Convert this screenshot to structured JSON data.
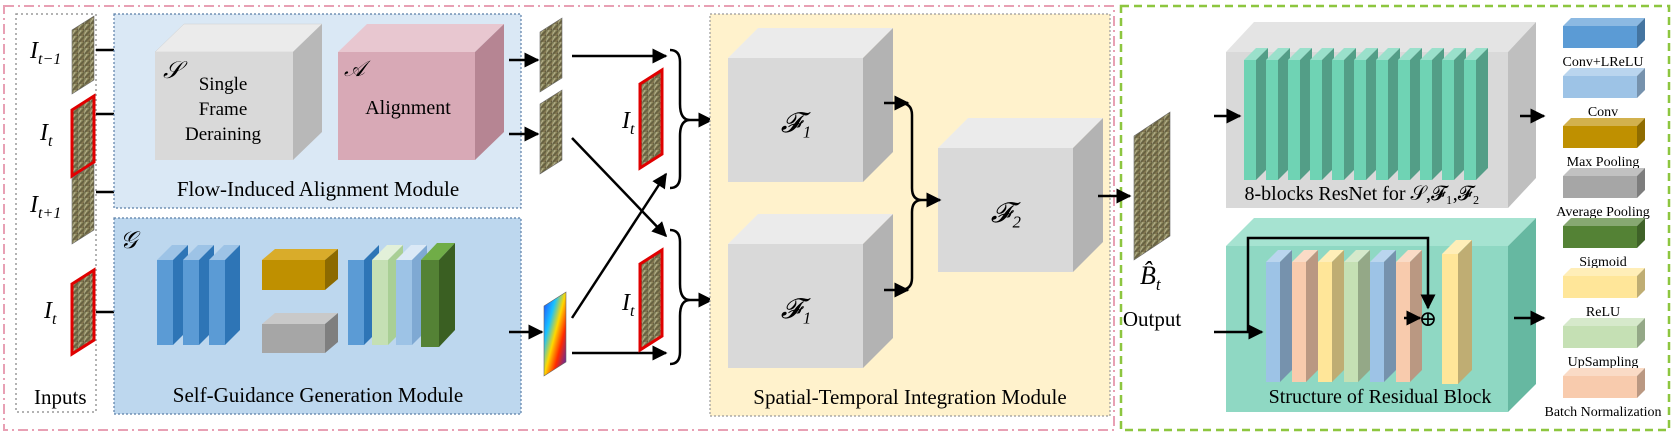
{
  "inputs": {
    "caption": "Inputs",
    "frame_labels": [
      {
        "var": "I",
        "sub": "t−1"
      },
      {
        "var": "I",
        "sub": "t"
      },
      {
        "var": "I",
        "sub": "t+1"
      },
      {
        "var": "I",
        "sub": "t"
      }
    ]
  },
  "alignment_module": {
    "caption": "Flow-Induced Alignment Module",
    "single_frame": {
      "symbol": "𝒮",
      "lines": [
        "Single",
        "Frame",
        "Deraining"
      ]
    },
    "alignment": {
      "symbol": "𝒜",
      "label": "Alignment"
    }
  },
  "guidance_module": {
    "caption": "Self-Guidance Generation Module",
    "symbol": "𝒢"
  },
  "integration_module": {
    "caption": "Spatial-Temporal Integration Module",
    "f1_top": "𝓕₁",
    "f1_bottom": "𝓕₁",
    "f2": "𝓕₂",
    "it_label_top": {
      "var": "I",
      "sub": "t"
    },
    "it_label_bottom": {
      "var": "I",
      "sub": "t"
    }
  },
  "output": {
    "symbol": "B̂",
    "sub": "t",
    "caption": "Output"
  },
  "resnet": {
    "caption": "8-blocks ResNet for 𝒮,𝓕₁,𝓕₂"
  },
  "residual": {
    "caption": "Structure of Residual Block",
    "sum_symbol": "⊕"
  },
  "legend": [
    {
      "label": "Conv+LReLU",
      "color": "#5b9bd5"
    },
    {
      "label": "Conv",
      "color": "#9dc3e6"
    },
    {
      "label": "Max Pooling",
      "color": "#bf9000"
    },
    {
      "label": "Average Pooling",
      "color": "#a6a6a6"
    },
    {
      "label": "Sigmoid",
      "color": "#548235"
    },
    {
      "label": "ReLU",
      "color": "#ffe699"
    },
    {
      "label": "UpSampling",
      "color": "#c5e0b4"
    },
    {
      "label": "Batch Normalization",
      "color": "#f8cbad"
    }
  ],
  "colors": {
    "alignment_bg": "#dae8f5",
    "guidance_bg": "#bdd7ee",
    "integration_bg": "#fff2cc",
    "single_frame_box": "#d9d9d9",
    "alignment_box": "#d8a9b6",
    "grey_box": "#d9d9d9",
    "resnet_bg": "#d9d9d9",
    "resnet_block": "#6fd3b4",
    "residual_bg": "#8fd8c3",
    "outer_border_pink": "#e8a0b4",
    "outer_border_green": "#8dc63f",
    "frame_red": "#e00000"
  }
}
